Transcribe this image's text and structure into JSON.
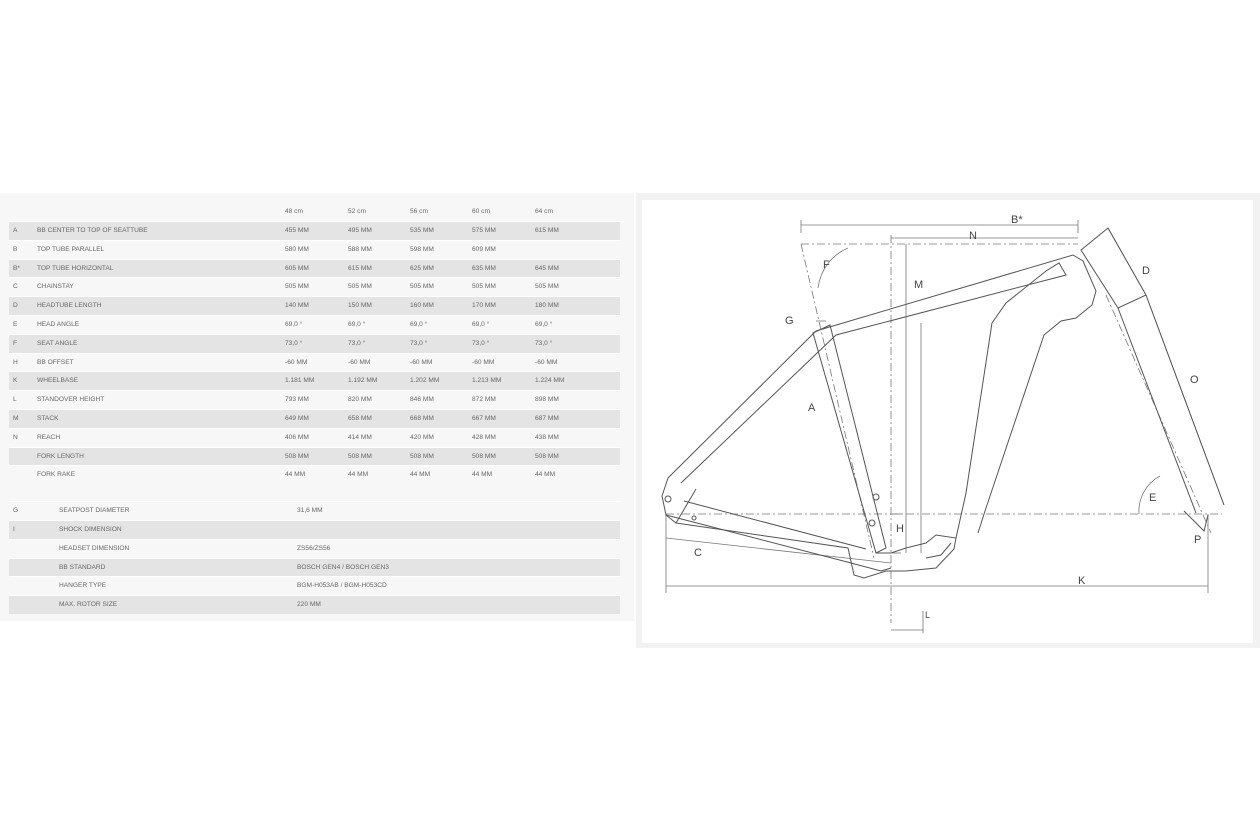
{
  "table": {
    "sizes": [
      "48 cm",
      "52 cm",
      "56 cm",
      "60 cm",
      "64 cm"
    ],
    "rows": [
      {
        "code": "A",
        "name": "BB CENTER TO TOP OF SEATTUBE",
        "values": [
          "455 MM",
          "495 MM",
          "535 MM",
          "575 MM",
          "615 MM"
        ]
      },
      {
        "code": "B",
        "name": "TOP TUBE PARALLEL",
        "values": [
          "580 MM",
          "588 MM",
          "598 MM",
          "609 MM",
          ""
        ]
      },
      {
        "code": "B*",
        "name": "TOP TUBE HORIZONTAL",
        "values": [
          "605 MM",
          "615 MM",
          "625 MM",
          "635 MM",
          "645 MM"
        ]
      },
      {
        "code": "C",
        "name": "CHAINSTAY",
        "values": [
          "505 MM",
          "505 MM",
          "505 MM",
          "505 MM",
          "505 MM"
        ]
      },
      {
        "code": "D",
        "name": "HEADTUBE LENGTH",
        "values": [
          "140 MM",
          "150 MM",
          "160 MM",
          "170 MM",
          "180 MM"
        ]
      },
      {
        "code": "E",
        "name": "HEAD ANGLE",
        "values": [
          "69,0 °",
          "69,0 °",
          "69,0 °",
          "69,0 °",
          "69,0 °"
        ]
      },
      {
        "code": "F",
        "name": "SEAT ANGLE",
        "values": [
          "73,0 °",
          "73,0 °",
          "73,0 °",
          "73,0 °",
          "73,0 °"
        ]
      },
      {
        "code": "H",
        "name": "BB OFFSET",
        "values": [
          "-60 MM",
          "-60 MM",
          "-60 MM",
          "-60 MM",
          "-60 MM"
        ]
      },
      {
        "code": "K",
        "name": "WHEELBASE",
        "values": [
          "1.181 MM",
          "1.192 MM",
          "1.202 MM",
          "1.213 MM",
          "1.224 MM"
        ]
      },
      {
        "code": "L",
        "name": "STANDOVER HEIGHT",
        "values": [
          "793 MM",
          "820 MM",
          "846 MM",
          "872 MM",
          "898 MM"
        ]
      },
      {
        "code": "M",
        "name": "STACK",
        "values": [
          "649 MM",
          "658 MM",
          "668 MM",
          "667 MM",
          "687 MM"
        ]
      },
      {
        "code": "N",
        "name": "REACH",
        "values": [
          "406 MM",
          "414 MM",
          "420 MM",
          "428 MM",
          "438 MM"
        ]
      },
      {
        "code": "",
        "name": "FORK LENGTH",
        "values": [
          "508 MM",
          "508 MM",
          "508 MM",
          "508 MM",
          "508 MM"
        ]
      },
      {
        "code": "",
        "name": "FORK RAKE",
        "values": [
          "44 MM",
          "44 MM",
          "44 MM",
          "44 MM",
          "44 MM"
        ]
      }
    ],
    "extra_rows": [
      {
        "code": "G",
        "name": "SEATPOST DIAMETER",
        "value": "31,6 MM"
      },
      {
        "code": "I",
        "name": "SHOCK DIMENSION",
        "value": ""
      },
      {
        "code": "",
        "name": "HEADSET DIMENSION",
        "value": "ZS56/ZS56"
      },
      {
        "code": "",
        "name": "BB STANDARD",
        "value": "BOSCH GEN4 / BOSCH GEN3"
      },
      {
        "code": "",
        "name": "HANGER TYPE",
        "value": "BGM-H053AB / BGM-H053CD"
      },
      {
        "code": "",
        "name": "MAX. ROTOR SIZE",
        "value": "220 MM"
      }
    ]
  },
  "diagram": {
    "labels": {
      "B_star": "B*",
      "N": "N",
      "F": "F",
      "M": "M",
      "G": "G",
      "A": "A",
      "D": "D",
      "O": "O",
      "E": "E",
      "H": "H",
      "C": "C",
      "K": "K",
      "P": "P",
      "L": "L"
    }
  },
  "colors": {
    "table_shade": "#e4e4e4",
    "panel_bg": "#f7f7f7",
    "diagram_bg": "#f2f2f2",
    "line": "#555555"
  }
}
